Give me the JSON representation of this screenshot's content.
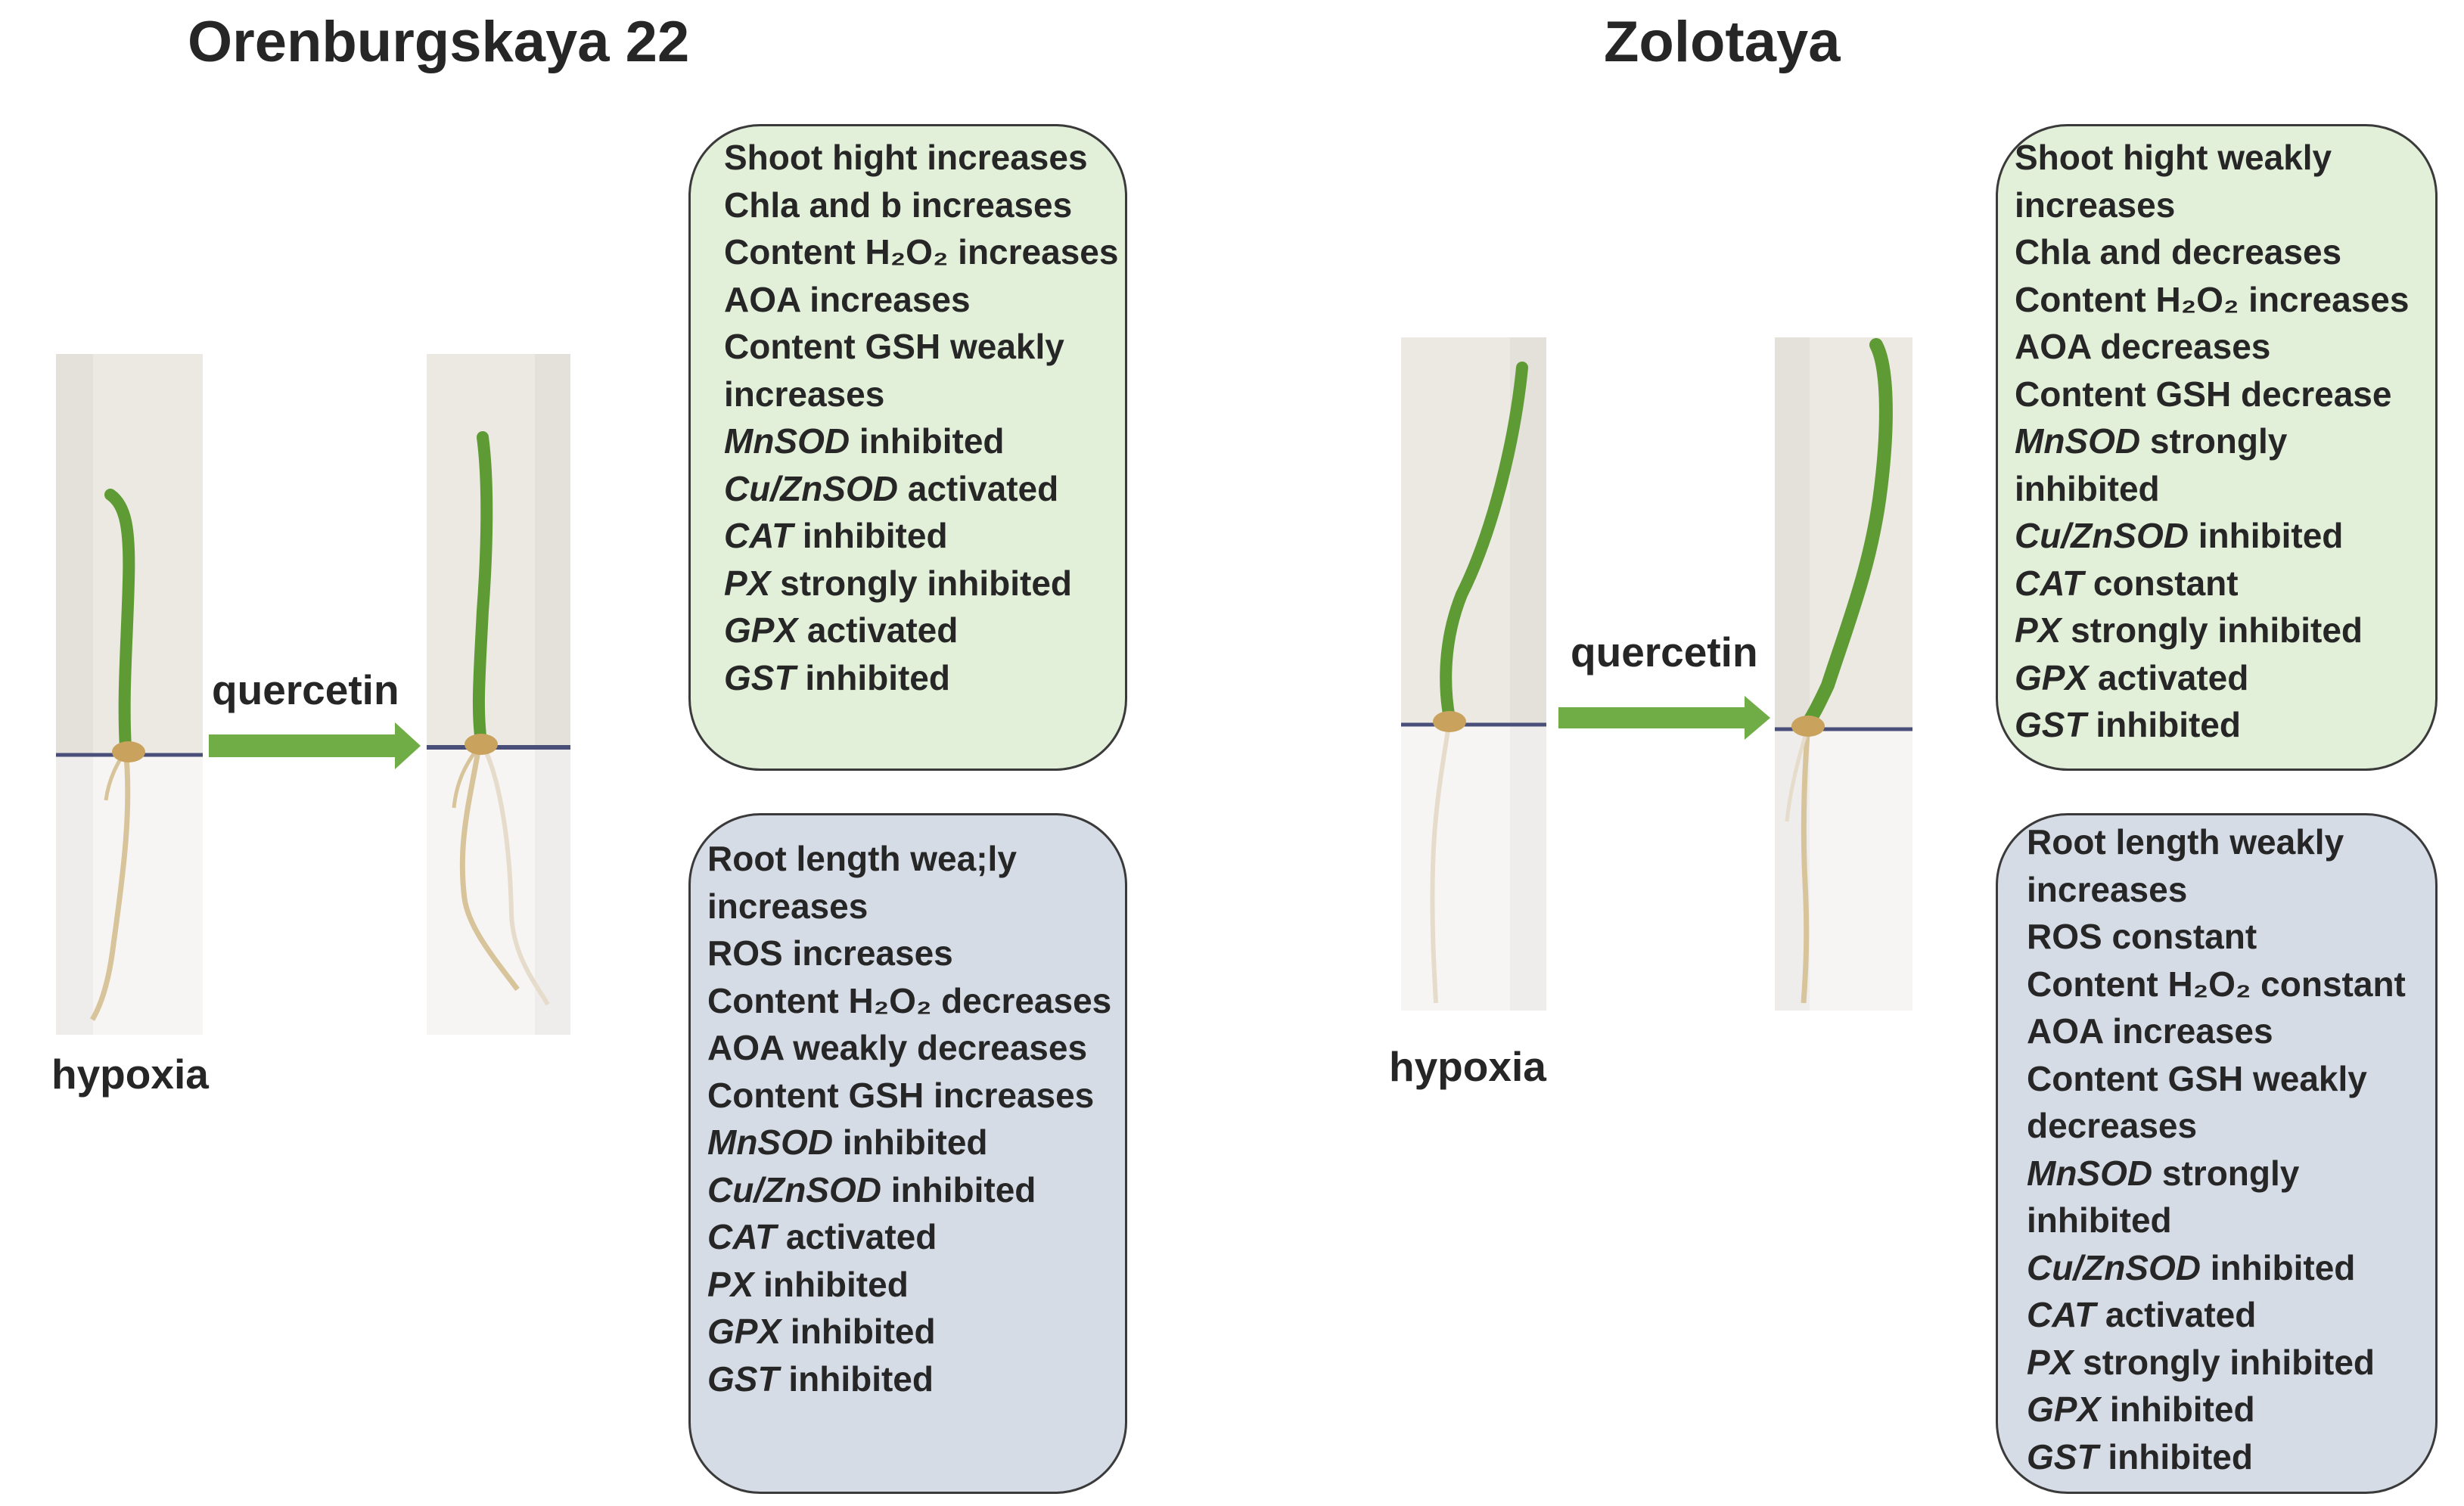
{
  "colors": {
    "text": "#262626",
    "green_box": "#e2efd9",
    "blue_box": "#d6dce5",
    "arrow": "#70ad47",
    "outline": "#3a3a3a",
    "leaf": "#5f9b35",
    "root": "#d8c49a",
    "surface_line": "#4a4f7a"
  },
  "left": {
    "title": "Orenburgskaya 22",
    "hypoxia_label": "hypoxia",
    "arrow_label": "quercetin",
    "shoot_box": [
      "Shoot hight increases",
      "Chla and b increases",
      "Content H₂O₂ increases",
      "AOA increases",
      "Content GSH weakly",
      "increases",
      "MnSOD inhibited",
      "Cu/ZnSOD activated",
      "CAT inhibited",
      "PX strongly inhibited",
      "GPX activated",
      "GST inhibited"
    ],
    "root_box": [
      "Root length wea;ly",
      "increases",
      "ROS increases",
      "Content H₂O₂ decreases",
      "AOA weakly decreases",
      "Content GSH increases",
      "MnSOD inhibited",
      "Cu/ZnSOD inhibited",
      "CAT activated",
      "PX inhibited",
      "GPX inhibited",
      "GST inhibited"
    ]
  },
  "right": {
    "title": "Zolotaya",
    "hypoxia_label": "hypoxia",
    "arrow_label": "quercetin",
    "shoot_box": [
      "Shoot hight weakly",
      "increases",
      "Chla and decreases",
      "Content H₂O₂ increases",
      "AOA decreases",
      "Content GSH decrease",
      "MnSOD strongly",
      "inhibited",
      "Cu/ZnSOD inhibited",
      "CAT constant",
      "PX strongly inhibited",
      "GPX activated",
      "GST inhibited"
    ],
    "root_box": [
      "Root length weakly",
      "increases",
      "ROS constant",
      "Content H₂O₂ constant",
      "AOA increases",
      "Content GSH weakly",
      "decreases",
      "MnSOD strongly",
      "inhibited",
      "Cu/ZnSOD inhibited",
      "CAT activated",
      "PX strongly inhibited",
      "GPX inhibited",
      "GST inhibited"
    ]
  }
}
